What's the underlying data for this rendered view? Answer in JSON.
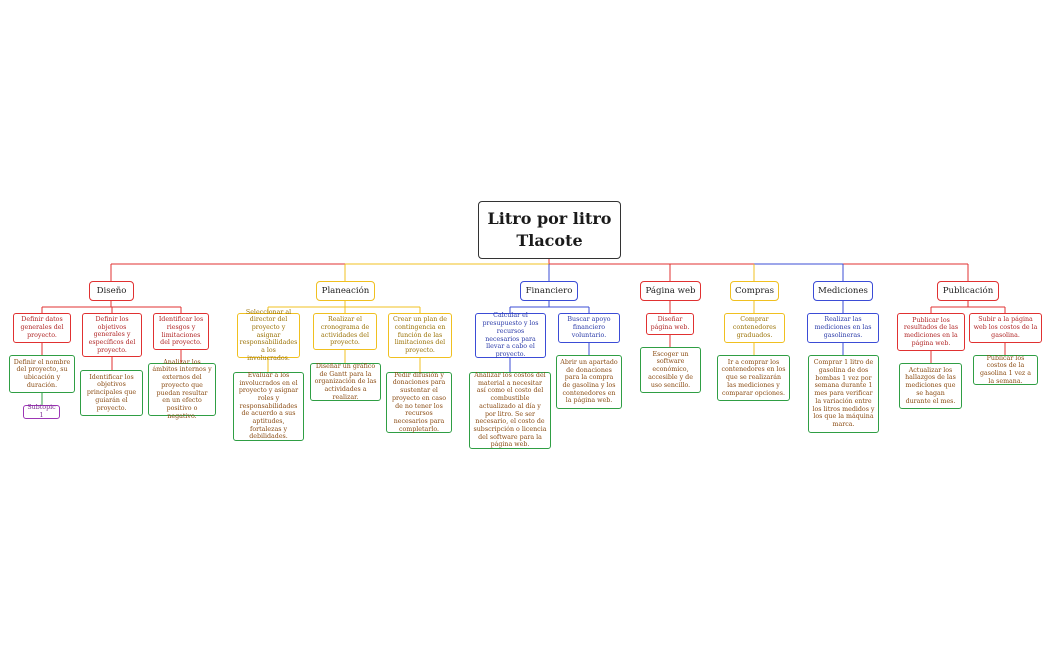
{
  "root": {
    "line1": "Litro por litro",
    "line2": "Tlacote"
  },
  "colors": {
    "red": "#e03131",
    "yellow": "#f0c020",
    "blue": "#3b4cd6",
    "green": "#2f9e44",
    "purple": "#9c36b5"
  },
  "branches": {
    "diseno": {
      "label": "Diseño",
      "items": [
        "Definir datos generales del proyecto.",
        "Definir los objetivos generales y específicos del proyecto.",
        "Identificar los riesgos y limitaciones del proyecto."
      ],
      "subs": [
        "Definir el nombre del proyecto, su ubicación y duración.",
        "Identificar los objetivos principales que guiarán el proyecto.",
        "Analizar los ámbitos internos y externos del proyecto que puedan resultar en un efecto positivo o negativo."
      ],
      "subtopic": "Subtopic 1"
    },
    "planeacion": {
      "label": "Planeación",
      "items": [
        "Seleccionar al director del proyecto y asignar responsabilidades a los involucrados.",
        "Realizar el cronograma de actividades del proyecto.",
        "Crear un plan de contingencia en función de las limitaciones del proyecto."
      ],
      "subs": [
        "Evaluar a los involucrados en el proyecto y asignar roles y responsabilidades de acuerdo a sus aptitudes, fortalezas y debilidades.",
        "Diseñar un gráfico de Gantt para la organización de las actividades a realizar.",
        "Pedir difusión y donaciones para sustentar el proyecto en caso de no tener los recursos necesarios para completarlo."
      ]
    },
    "financiero": {
      "label": "Financiero",
      "items": [
        "Calcular el presupuesto y los recursos necesarios para llevar a cabo el proyecto.",
        "Buscar apoyo financiero voluntario."
      ],
      "subs": [
        "Analizar los costos del material a necesitar así como el costo del combustible actualizado al día y por litro. Se ser necesario, el costo de subscripción o licencia del software para la página web.",
        "Abrir un apartado de donaciones para la compra de gasolina y los contenedores en la página web."
      ]
    },
    "pagina_web": {
      "label": "Página web",
      "items": [
        "Diseñar página web."
      ],
      "subs": [
        "Escoger un software económico, accesible y de uso sencillo."
      ]
    },
    "compras": {
      "label": "Compras",
      "items": [
        "Comprar contenedores graduados."
      ],
      "subs": [
        "Ir a comprar los contenedores en los que se realizarán las mediciones y comparar opciones."
      ]
    },
    "mediciones": {
      "label": "Mediciones",
      "items": [
        "Realizar las mediciones en las gasolineras."
      ],
      "subs": [
        "Comprar 1 litro de gasolina de dos bombas 1 vez por semana durante 1 mes para verificar la variación entre los litros medidos y los que la máquina marca."
      ]
    },
    "publicacion": {
      "label": "Publicación",
      "items": [
        "Publicar los resultados de las mediciones en la página web.",
        "Subir a la página web los costos de la gasolina."
      ],
      "subs": [
        "Actualizar los hallazgos de las mediciones que se hagan durante el mes.",
        "Publicar los costos de la gasolina 1 vez a la semana."
      ]
    }
  }
}
